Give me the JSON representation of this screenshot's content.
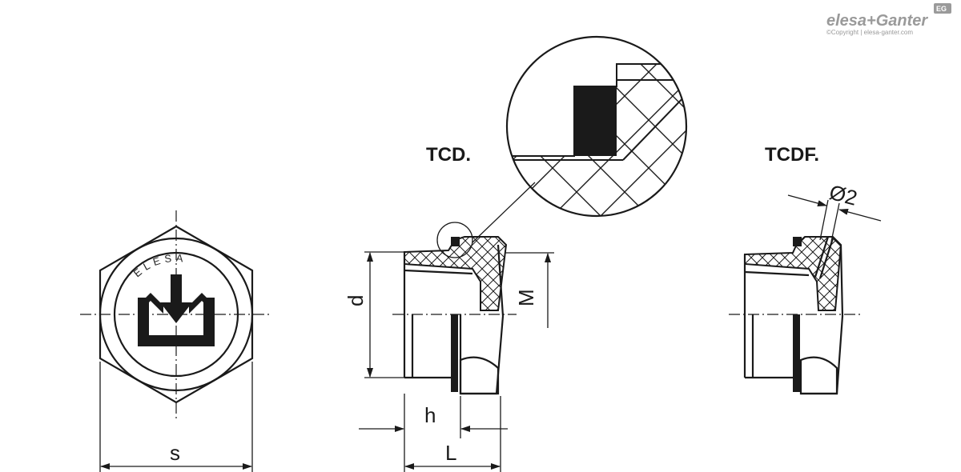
{
  "logo": {
    "brand": "elesa+Ganter",
    "badge": "EG",
    "copyright": "©Copyright | elesa-ganter.com"
  },
  "views": {
    "front_view": {
      "ring_text": "ELESA",
      "dimension_s": "s"
    },
    "tcd_view": {
      "title": "TCD.",
      "dimension_d": "d",
      "dimension_m": "M",
      "dimension_h": "h",
      "dimension_l": "L"
    },
    "tcdf_view": {
      "title": "TCDF.",
      "dimension_diameter": "Ø2"
    }
  },
  "colors": {
    "line": "#1a1a1a",
    "logo_grey": "#9a9a9a"
  }
}
